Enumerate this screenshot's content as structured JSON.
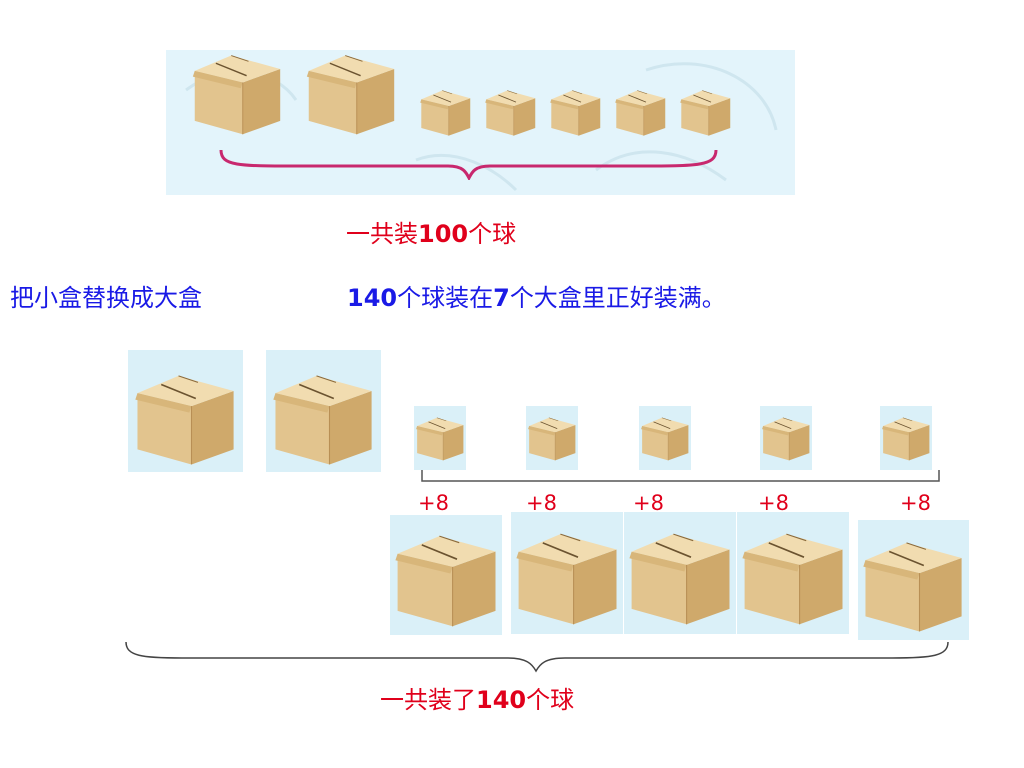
{
  "caption_top": {
    "prefix": "一共装",
    "number": "100",
    "suffix": "个球"
  },
  "instruction_left": "把小盒替换成大盒",
  "instruction_right": {
    "num1": "140",
    "mid": "个球装在",
    "num2": "7",
    "end": "个大盒里正好装满。"
  },
  "increments": [
    "+8",
    "+8",
    "+8",
    "+8",
    "+8"
  ],
  "caption_bottom": {
    "prefix": "一共装了",
    "number": "140",
    "suffix": "个球"
  },
  "colors": {
    "red": "#e0001b",
    "blue": "#1a1ae6",
    "box": "#e3c38c",
    "panel": "#e3f4fb"
  }
}
